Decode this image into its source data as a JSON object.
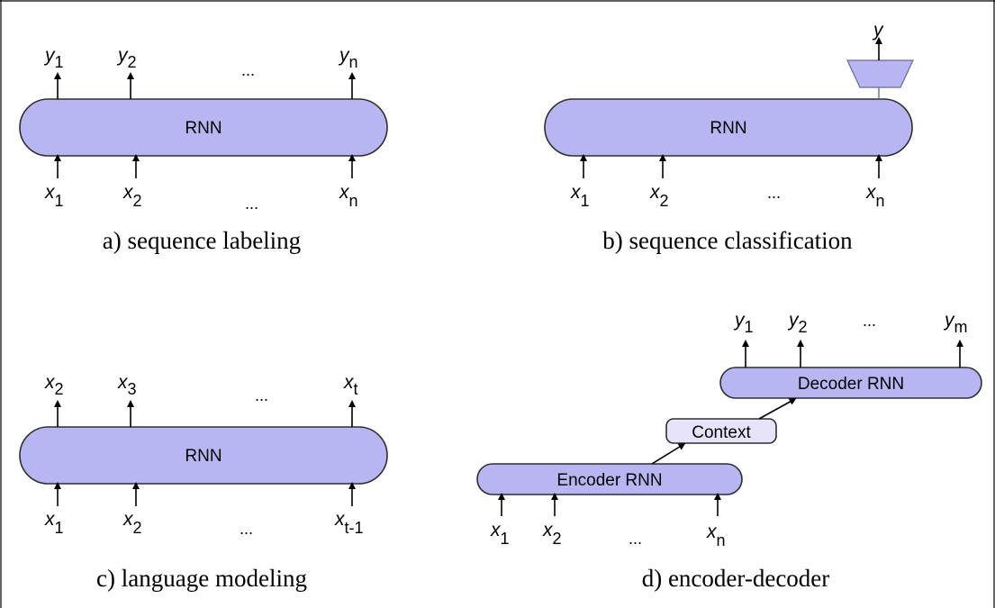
{
  "panels": {
    "a": {
      "caption": "a) sequence labeling",
      "box": "RNN",
      "outputs": [
        {
          "base": "y",
          "sub": "1"
        },
        {
          "base": "y",
          "sub": "2"
        },
        {
          "base": "...",
          "sub": ""
        },
        {
          "base": "y",
          "sub": "n"
        }
      ],
      "inputs": [
        {
          "base": "x",
          "sub": "1"
        },
        {
          "base": "x",
          "sub": "2"
        },
        {
          "base": "...",
          "sub": ""
        },
        {
          "base": "x",
          "sub": "n"
        }
      ]
    },
    "b": {
      "caption": "b) sequence classification",
      "box": "RNN",
      "output": "y",
      "inputs": [
        {
          "base": "x",
          "sub": "1"
        },
        {
          "base": "x",
          "sub": "2"
        },
        {
          "base": "...",
          "sub": ""
        },
        {
          "base": "x",
          "sub": "n"
        }
      ]
    },
    "c": {
      "caption": "c) language modeling",
      "box": "RNN",
      "outputs": [
        {
          "base": "x",
          "sub": "2"
        },
        {
          "base": "x",
          "sub": "3"
        },
        {
          "base": "...",
          "sub": ""
        },
        {
          "base": "x",
          "sub": "t"
        }
      ],
      "inputs": [
        {
          "base": "x",
          "sub": "1"
        },
        {
          "base": "x",
          "sub": "2"
        },
        {
          "base": "...",
          "sub": ""
        },
        {
          "base": "x",
          "sub": "t-1"
        }
      ]
    },
    "d": {
      "caption": "d) encoder-decoder",
      "encoder": "Encoder RNN",
      "decoder": "Decoder RNN",
      "context": "Context",
      "outputs": [
        {
          "base": "y",
          "sub": "1"
        },
        {
          "base": "y",
          "sub": "2"
        },
        {
          "base": "...",
          "sub": ""
        },
        {
          "base": "y",
          "sub": "m"
        }
      ],
      "inputs": [
        {
          "base": "x",
          "sub": "1"
        },
        {
          "base": "x",
          "sub": "2"
        },
        {
          "base": "...",
          "sub": ""
        },
        {
          "base": "x",
          "sub": "n"
        }
      ]
    }
  }
}
